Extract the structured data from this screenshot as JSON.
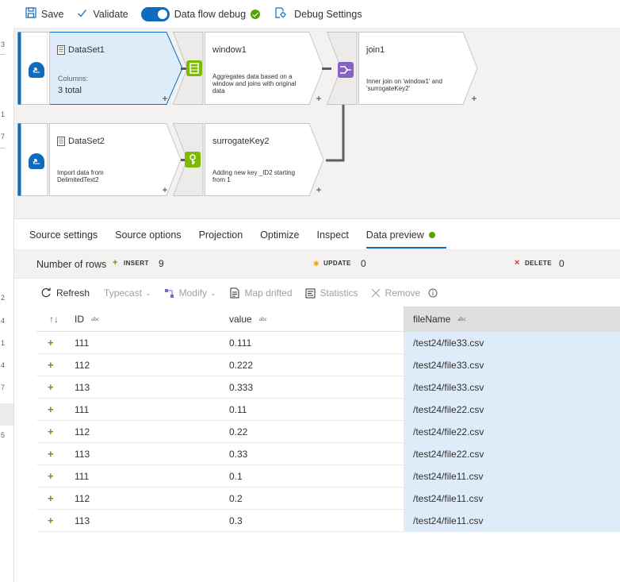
{
  "toolbar": {
    "save_label": "Save",
    "validate_label": "Validate",
    "debug_label": "Data flow debug",
    "debug_settings_label": "Debug Settings"
  },
  "gutter": [
    "3",
    "1",
    "7",
    "2",
    "4",
    "1",
    "4",
    "7",
    "5"
  ],
  "nodes": {
    "dataset1": {
      "title": "DataSet1",
      "desc1": "Columns:",
      "desc2": "3 total"
    },
    "window1": {
      "title": "window1",
      "desc": "Aggregates data based on a window and joins with original data"
    },
    "join1": {
      "title": "join1",
      "desc": "Inner join on 'window1' and 'surrogateKey2'"
    },
    "dataset2": {
      "title": "DataSet2",
      "desc": "Import data from DelimitedText2"
    },
    "surrogatekey2": {
      "title": "surrogateKey2",
      "desc": "Adding new key _ID2 starting from 1"
    },
    "plus": "+"
  },
  "tabs": [
    "Source settings",
    "Source options",
    "Projection",
    "Optimize",
    "Inspect",
    "Data preview"
  ],
  "summary": {
    "label": "Number of rows",
    "insert_sym": "+",
    "insert_tag": "INSERT",
    "insert_count": "9",
    "update_sym": "✱",
    "update_tag": "UPDATE",
    "update_count": "0",
    "delete_sym": "×",
    "delete_tag": "DELETE",
    "delete_count": "0"
  },
  "grid_toolbar": {
    "refresh": "Refresh",
    "typecast": "Typecast",
    "modify": "Modify",
    "map_drifted": "Map drifted",
    "statistics": "Statistics",
    "remove": "Remove"
  },
  "table": {
    "columns": [
      {
        "name": "ID",
        "type": "abc"
      },
      {
        "name": "value",
        "type": "abc"
      },
      {
        "name": "fileName",
        "type": "abc"
      }
    ],
    "row_marker": "+",
    "rows": [
      [
        "111",
        "0.111",
        "/test24/file33.csv"
      ],
      [
        "112",
        "0.222",
        "/test24/file33.csv"
      ],
      [
        "113",
        "0.333",
        "/test24/file33.csv"
      ],
      [
        "111",
        "0.11",
        "/test24/file22.csv"
      ],
      [
        "112",
        "0.22",
        "/test24/file22.csv"
      ],
      [
        "113",
        "0.33",
        "/test24/file22.csv"
      ],
      [
        "111",
        "0.1",
        "/test24/file11.csv"
      ],
      [
        "112",
        "0.2",
        "/test24/file11.csv"
      ],
      [
        "113",
        "0.3",
        "/test24/file11.csv"
      ]
    ]
  },
  "colors": {
    "accent": "#0f6cbd",
    "success": "#57a300",
    "update": "#e8a317",
    "delete": "#d13438",
    "highlight": "#deecf9"
  }
}
